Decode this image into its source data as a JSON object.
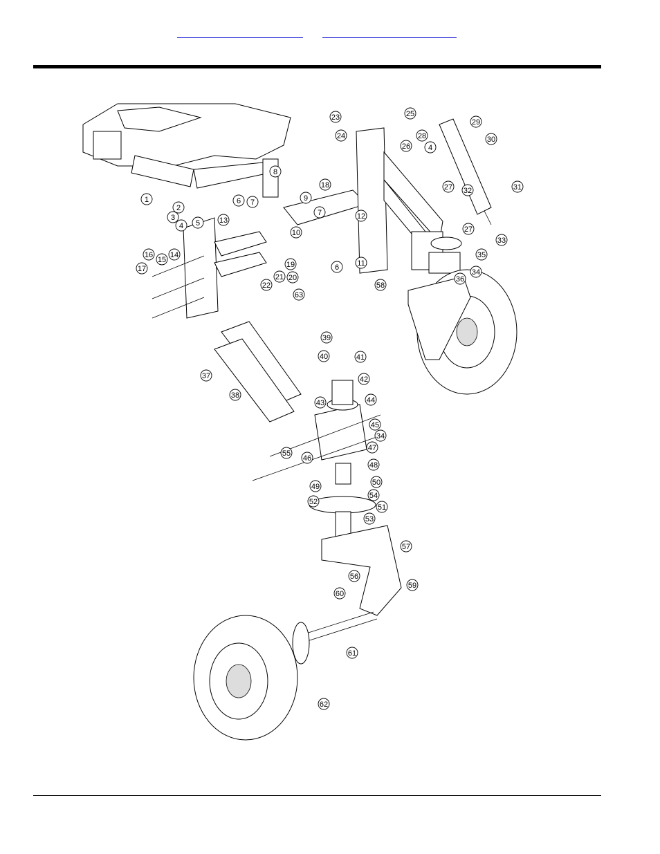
{
  "header": {
    "link_left": "",
    "link_right": ""
  },
  "diagram": {
    "callouts": [
      {
        "n": "1"
      },
      {
        "n": "2"
      },
      {
        "n": "3"
      },
      {
        "n": "4"
      },
      {
        "n": "5"
      },
      {
        "n": "6"
      },
      {
        "n": "7"
      },
      {
        "n": "8"
      },
      {
        "n": "9"
      },
      {
        "n": "10"
      },
      {
        "n": "11"
      },
      {
        "n": "12"
      },
      {
        "n": "13"
      },
      {
        "n": "14"
      },
      {
        "n": "15"
      },
      {
        "n": "16"
      },
      {
        "n": "17"
      },
      {
        "n": "18"
      },
      {
        "n": "19"
      },
      {
        "n": "20"
      },
      {
        "n": "21"
      },
      {
        "n": "22"
      },
      {
        "n": "23"
      },
      {
        "n": "24"
      },
      {
        "n": "25"
      },
      {
        "n": "26"
      },
      {
        "n": "27"
      },
      {
        "n": "28"
      },
      {
        "n": "29"
      },
      {
        "n": "30"
      },
      {
        "n": "31"
      },
      {
        "n": "32"
      },
      {
        "n": "33"
      },
      {
        "n": "34"
      },
      {
        "n": "35"
      },
      {
        "n": "36"
      },
      {
        "n": "37"
      },
      {
        "n": "38"
      },
      {
        "n": "39"
      },
      {
        "n": "40"
      },
      {
        "n": "41"
      },
      {
        "n": "42"
      },
      {
        "n": "43"
      },
      {
        "n": "44"
      },
      {
        "n": "45"
      },
      {
        "n": "46"
      },
      {
        "n": "47"
      },
      {
        "n": "48"
      },
      {
        "n": "49"
      },
      {
        "n": "50"
      },
      {
        "n": "51"
      },
      {
        "n": "52"
      },
      {
        "n": "53"
      },
      {
        "n": "54"
      },
      {
        "n": "55"
      },
      {
        "n": "56"
      },
      {
        "n": "57"
      },
      {
        "n": "58"
      },
      {
        "n": "59"
      },
      {
        "n": "60"
      },
      {
        "n": "61"
      },
      {
        "n": "62"
      },
      {
        "n": "63"
      },
      {
        "n": "4"
      },
      {
        "n": "6"
      },
      {
        "n": "7"
      },
      {
        "n": "27"
      },
      {
        "n": "34"
      }
    ]
  }
}
